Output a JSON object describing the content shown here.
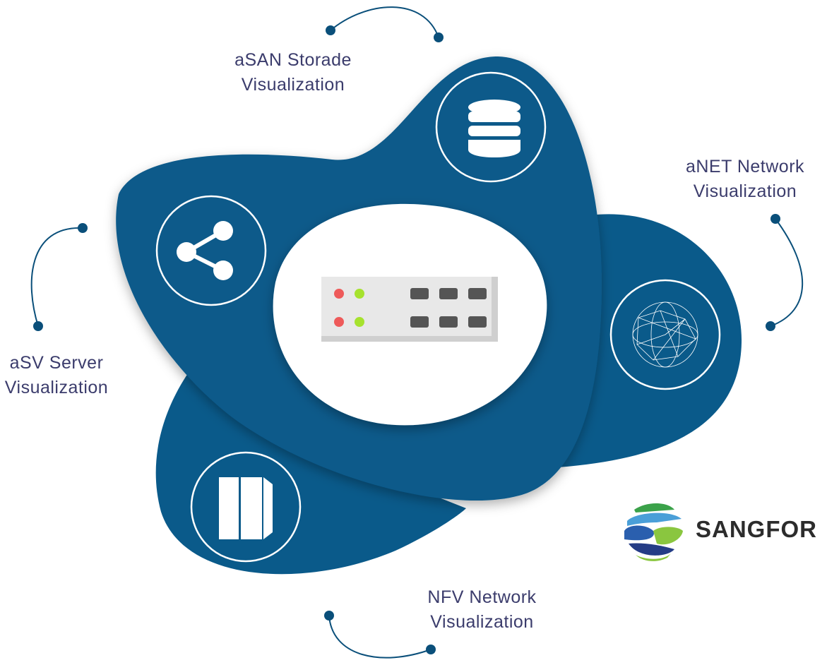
{
  "labels": {
    "asan_line1": "aSAN Storade",
    "asan_line2": "Visualization",
    "anet_line1": "aNET Network",
    "anet_line2": "Visualization",
    "asv_line1": "aSV Server",
    "asv_line2": "Visualization",
    "nfv_line1": "NFV Network",
    "nfv_line2": "Visualization"
  },
  "brand": {
    "name": "SANGFOR"
  },
  "colors": {
    "blob": "#0a5a8a",
    "text": "#3b3c6c",
    "led_red": "#ee5a5a",
    "led_green": "#a6e22e"
  }
}
